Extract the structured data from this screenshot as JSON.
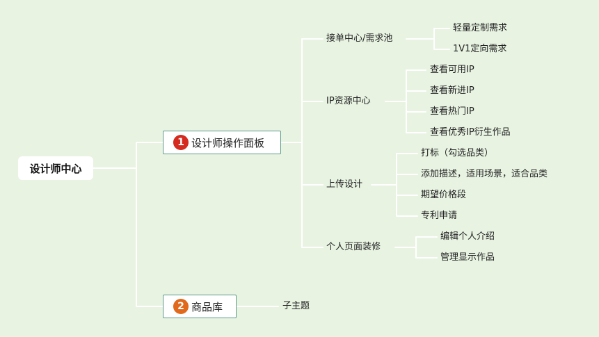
{
  "root": {
    "label": "设计师中心"
  },
  "branches": [
    {
      "number": "1",
      "label": "设计师操作面板",
      "badge_color": "#d42a1f",
      "children": [
        {
          "label": "接单中心/需求池",
          "children": [
            "轻量定制需求",
            "1V1定向需求"
          ]
        },
        {
          "label": "IP资源中心",
          "children": [
            "查看可用IP",
            "查看新进IP",
            "查看热门IP",
            "查看优秀IP衍生作品"
          ]
        },
        {
          "label": "上传设计",
          "children": [
            "打标（勾选品类）",
            "添加描述，适用场景，适合品类",
            "期望价格段",
            "专利申请"
          ]
        },
        {
          "label": "个人页面装修",
          "children": [
            "编辑个人介绍",
            "管理显示作品"
          ]
        }
      ]
    },
    {
      "number": "2",
      "label": "商品库",
      "badge_color": "#e0691b",
      "children": [
        {
          "label": "子主题",
          "children": []
        }
      ]
    }
  ],
  "colors": {
    "background": "#e8f3e2",
    "connector": "#ffffff",
    "node_border": "#5a9a8a"
  }
}
